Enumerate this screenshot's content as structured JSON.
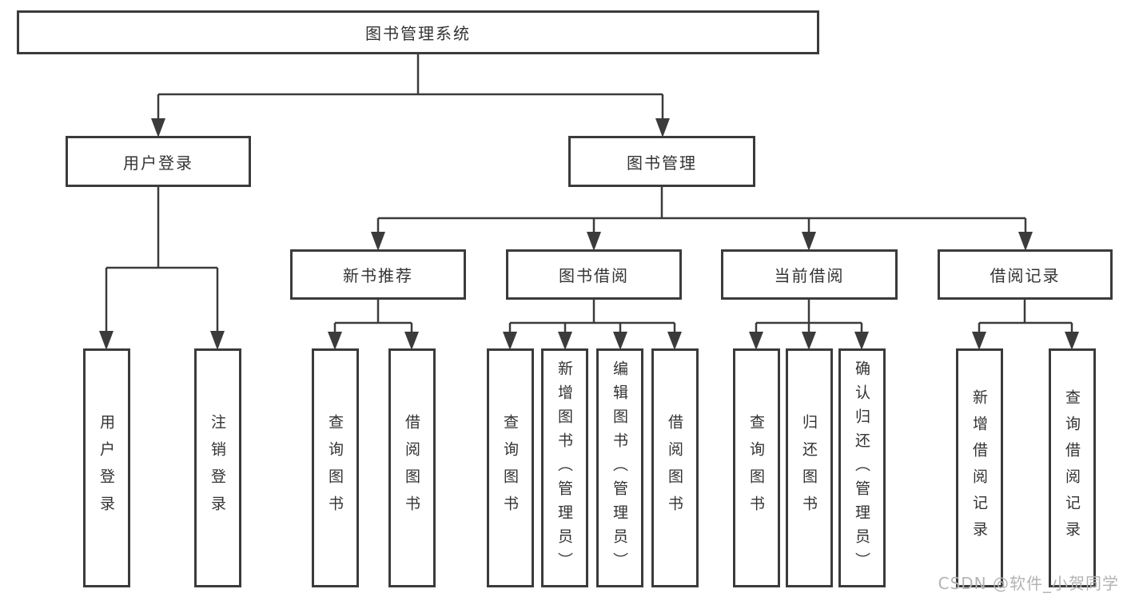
{
  "tree": {
    "label": "图书管理系统",
    "children": [
      {
        "label": "用户登录",
        "children": [
          {
            "label": "用户登录"
          },
          {
            "label": "注销登录"
          }
        ]
      },
      {
        "label": "图书管理",
        "children": [
          {
            "label": "新书推荐",
            "children": [
              {
                "label": "查询图书"
              },
              {
                "label": "借阅图书"
              }
            ]
          },
          {
            "label": "图书借阅",
            "children": [
              {
                "label": "查询图书"
              },
              {
                "label": "新增图书（管理员）"
              },
              {
                "label": "编辑图书（管理员）"
              },
              {
                "label": "借阅图书"
              }
            ]
          },
          {
            "label": "当前借阅",
            "children": [
              {
                "label": "查询图书"
              },
              {
                "label": "归还图书"
              },
              {
                "label": "确认归还（管理员）"
              }
            ]
          },
          {
            "label": "借阅记录",
            "children": [
              {
                "label": "新增借阅记录"
              },
              {
                "label": "查询借阅记录"
              }
            ]
          }
        ]
      }
    ]
  },
  "watermark": "CSDN @软件_小贺同学",
  "colors": {
    "line": "#3b3b3b",
    "box_border": "#3b3b3b",
    "text": "#333333",
    "watermark": "#b3b3b3",
    "background": "#ffffff"
  }
}
